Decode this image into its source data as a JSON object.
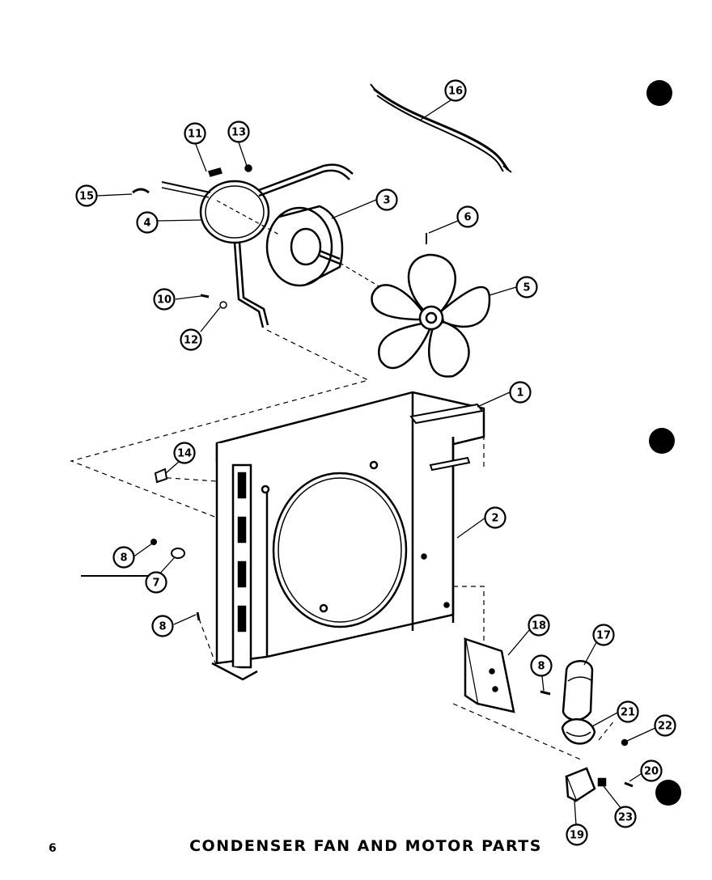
{
  "caption": "CONDENSER FAN AND MOTOR PARTS",
  "page_number": "6",
  "callouts": [
    {
      "id": "c1",
      "label": "1"
    },
    {
      "id": "c2",
      "label": "2"
    },
    {
      "id": "c3",
      "label": "3"
    },
    {
      "id": "c4",
      "label": "4"
    },
    {
      "id": "c5",
      "label": "5"
    },
    {
      "id": "c6",
      "label": "6"
    },
    {
      "id": "c7",
      "label": "7"
    },
    {
      "id": "c8a",
      "label": "8"
    },
    {
      "id": "c8b",
      "label": "8"
    },
    {
      "id": "c8c",
      "label": "8"
    },
    {
      "id": "c10",
      "label": "10"
    },
    {
      "id": "c11",
      "label": "11"
    },
    {
      "id": "c12",
      "label": "12"
    },
    {
      "id": "c13",
      "label": "13"
    },
    {
      "id": "c14",
      "label": "14"
    },
    {
      "id": "c15",
      "label": "15"
    },
    {
      "id": "c16",
      "label": "16"
    },
    {
      "id": "c17",
      "label": "17"
    },
    {
      "id": "c18",
      "label": "18"
    },
    {
      "id": "c19",
      "label": "19"
    },
    {
      "id": "c20",
      "label": "20"
    },
    {
      "id": "c21",
      "label": "21"
    },
    {
      "id": "c22",
      "label": "22"
    },
    {
      "id": "c23",
      "label": "23"
    }
  ]
}
